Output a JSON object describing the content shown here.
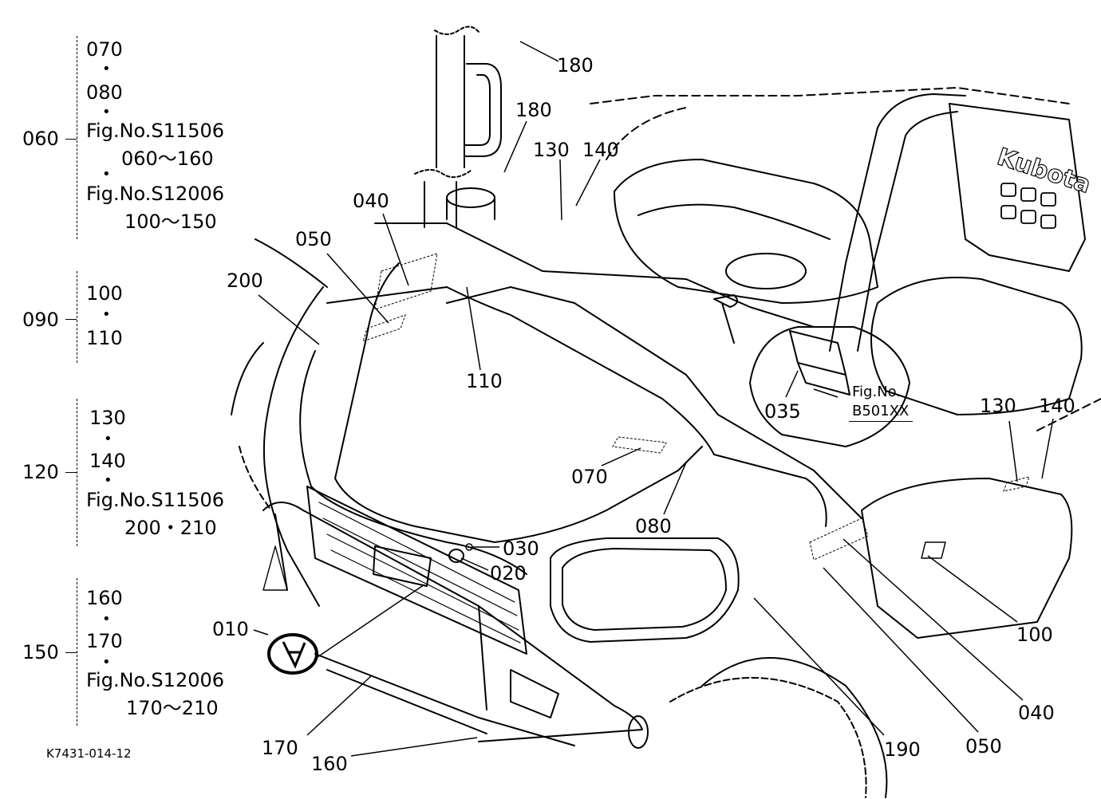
{
  "groups": [
    {
      "id": "060",
      "items": [
        "070",
        "080",
        "Fig.No.S11506",
        "060～160",
        "Fig.No.S12006",
        "100～150"
      ]
    },
    {
      "id": "090",
      "items": [
        "100",
        "110"
      ]
    },
    {
      "id": "120",
      "items": [
        "130",
        "140",
        "Fig.No.S11506",
        "200・210"
      ]
    },
    {
      "id": "150",
      "items": [
        "160",
        "170",
        "Fig.No.S12006",
        "170～210"
      ]
    }
  ],
  "callouts": {
    "c180a": "180",
    "c180b": "180",
    "c130a": "130",
    "c140a": "140",
    "c040a": "040",
    "c050a": "050",
    "c200": "200",
    "c110": "110",
    "c035": "035",
    "c070": "070",
    "c080": "080",
    "c030": "030",
    "c020": "020",
    "c010": "010",
    "c130b": "130",
    "c140b": "140",
    "c100": "100",
    "c040b": "040",
    "c050b": "050",
    "c190": "190",
    "c170": "170",
    "c160": "160"
  },
  "fig_ref": {
    "line1": "Fig.No.",
    "line2": "B501XX"
  },
  "logo_text": "Kubota",
  "drawing_code": "K7431-014-12"
}
